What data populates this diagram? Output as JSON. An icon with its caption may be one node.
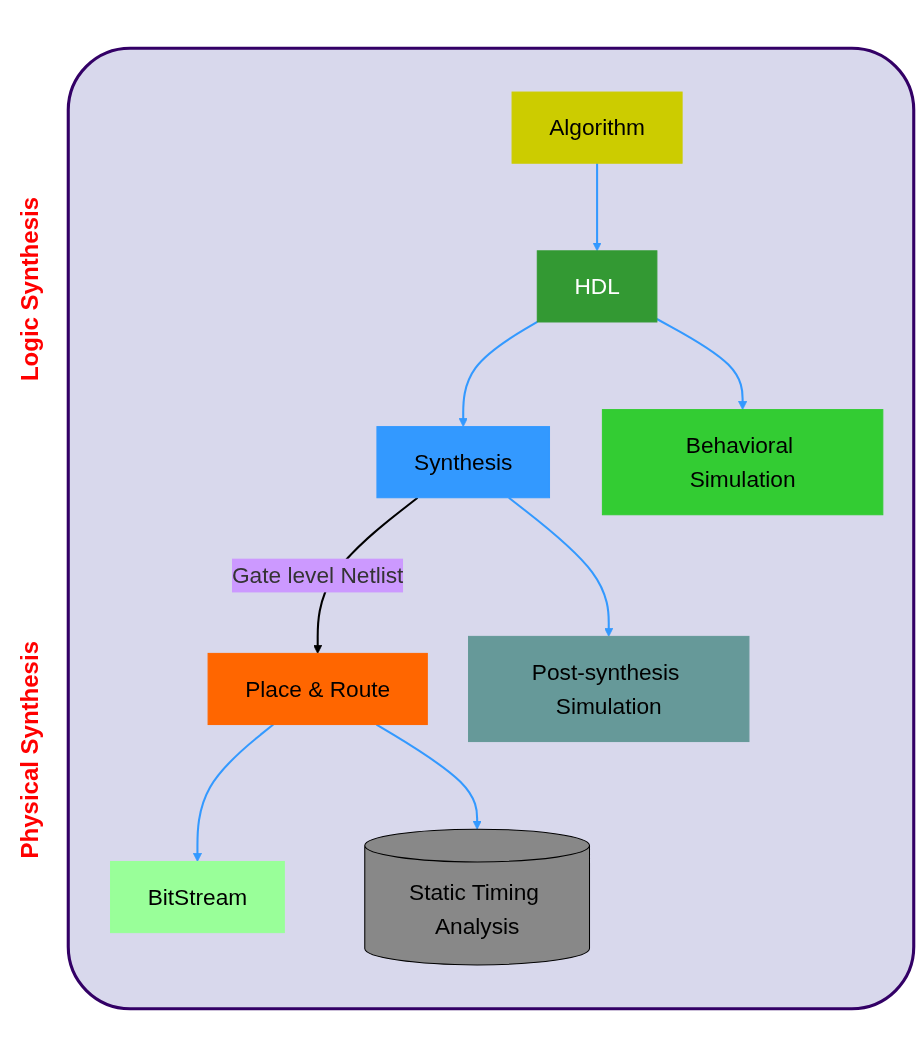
{
  "diagram": {
    "nodes": [
      {
        "text": [],
        "shape": "box"
      },
      {
        "text": [
          "Algorithm"
        ],
        "in": 0
      },
      {
        "text": [
          "HDL"
        ],
        "in": 0
      },
      {
        "text": [
          "Behavioral Simulation"
        ],
        "in": 0
      },
      {
        "text": [
          "Synthesis"
        ],
        "in": 0
      },
      {
        "text": [
          "Post-synthesis Simulation"
        ],
        "in": 0
      },
      {
        "text": [
          "Place & Route"
        ],
        "in": 0
      },
      {
        "text": [
          "Static Timing Analysis"
        ],
        "in": 0
      },
      {
        "text": [
          "BitStream"
        ],
        "in": 0
      }
    ],
    "edges": [
      {
        "from": 1,
        "to": 2,
        "arrow": "to"
      },
      {
        "from": 2,
        "to": 4,
        "arrow": "to"
      },
      {
        "from": 2,
        "to": 3,
        "arrow": "to"
      },
      {
        "from": 4,
        "to": 6,
        "arrow": "to",
        "label": "Gate level Netlist",
        "color": "#000000"
      },
      {
        "from": 4,
        "to": 5,
        "arrow": "to"
      },
      {
        "from": 6,
        "to": 8,
        "arrow": "to"
      },
      {
        "from": 6,
        "to": 7,
        "arrow": "to"
      }
    ],
    "labels": [
      "Logic Synthesis",
      "Physical Synthesis"
    ]
  }
}
